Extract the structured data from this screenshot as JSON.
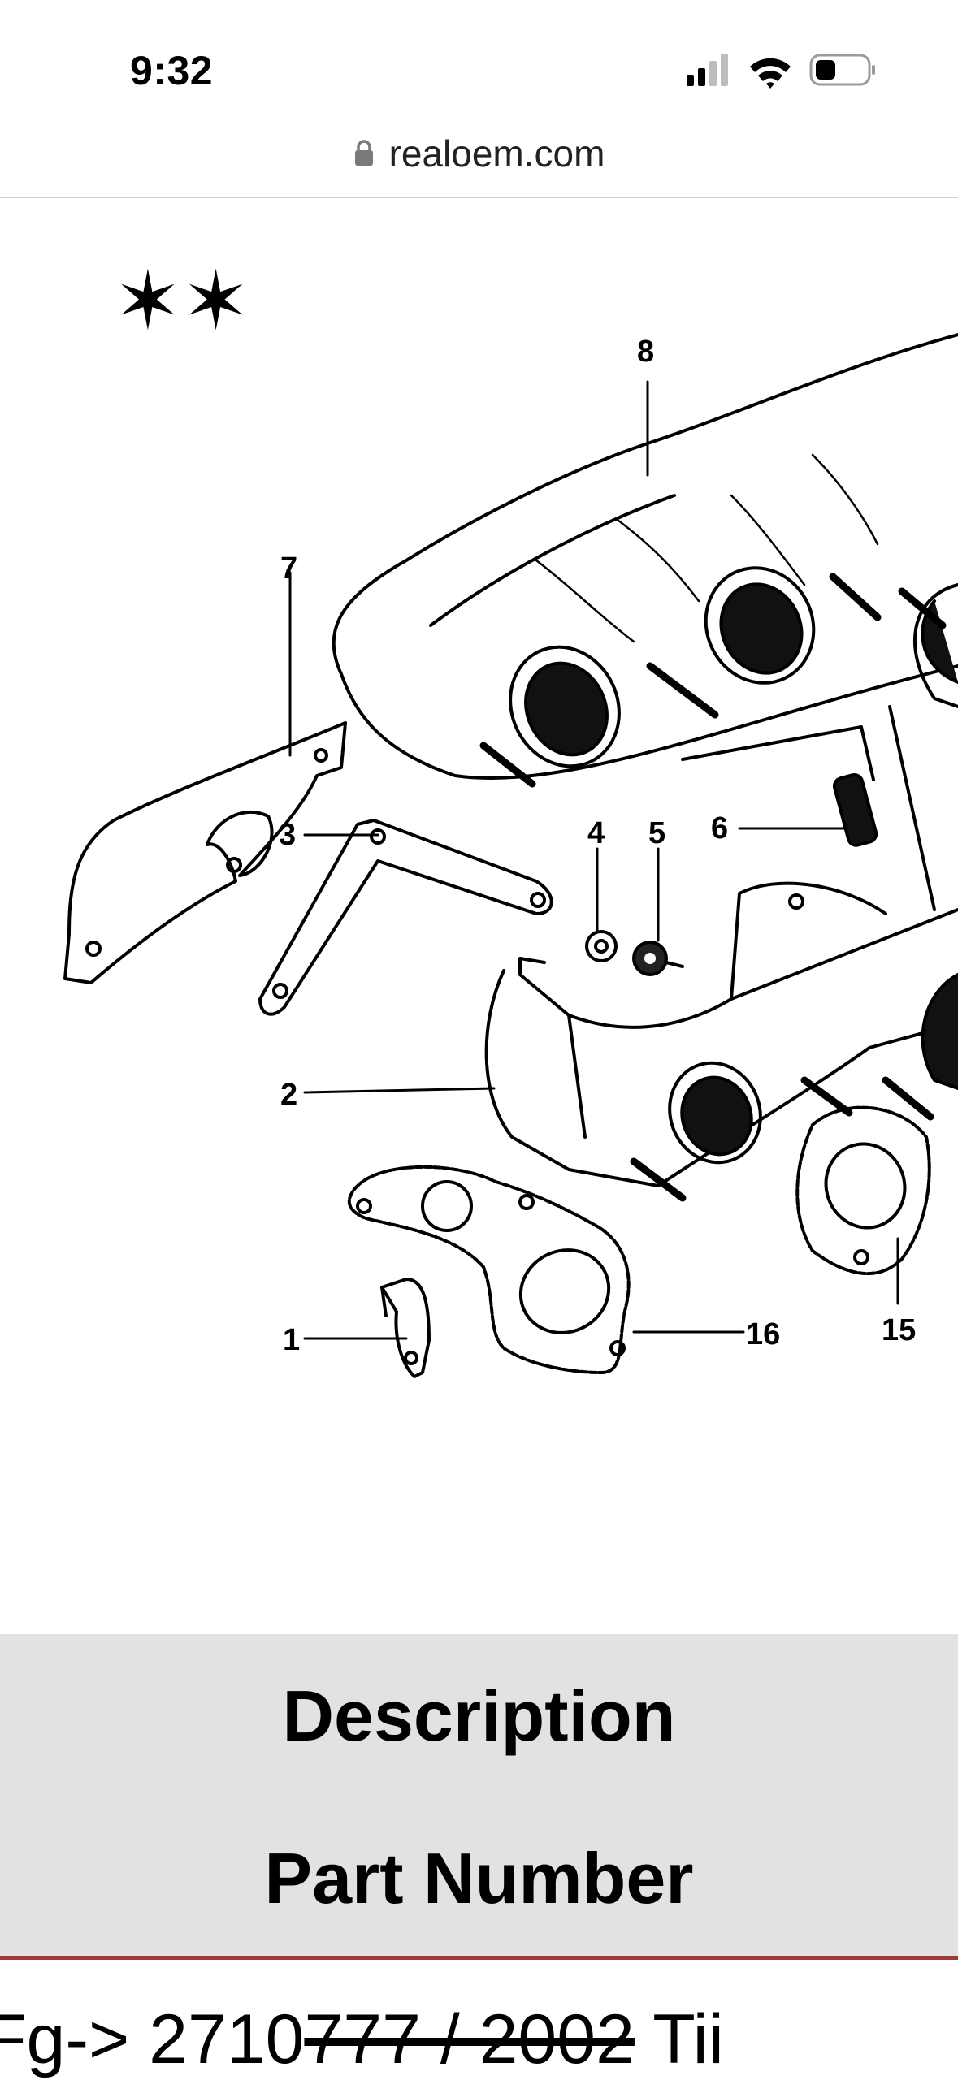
{
  "status_bar": {
    "time": "9:32",
    "icons": [
      "cellular-signal-icon",
      "wifi-icon",
      "battery-icon"
    ]
  },
  "browser": {
    "url": "realoem.com",
    "icon": "lock-icon"
  },
  "diagram": {
    "stars": "✶✶",
    "callouts": [
      "8",
      "7",
      "3",
      "4",
      "5",
      "6",
      "2",
      "1",
      "16",
      "15"
    ]
  },
  "table": {
    "header_description": "Description",
    "header_part_number": "Part Number",
    "row_prefix": "Fg-> 2710",
    "row_struck": "777 / 2002",
    "row_suffix": " Tii"
  },
  "colors": {
    "header_bg": "#e2e2e2",
    "rule": "#9e3a3a"
  }
}
